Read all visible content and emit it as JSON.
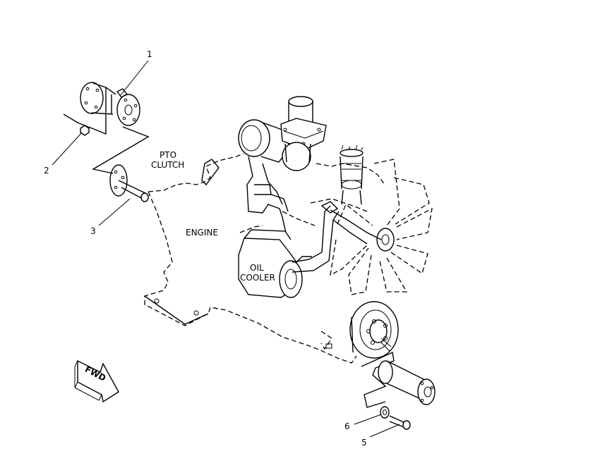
{
  "labels": {
    "pto_clutch_line1": "PTO",
    "pto_clutch_line2": "CLUTCH",
    "engine": "ENGINE",
    "oil_cooler_line1": "OIL",
    "oil_cooler_line2": "COOLER",
    "fwd": "FWD"
  },
  "callouts": [
    "1",
    "2",
    "3",
    "5",
    "6"
  ]
}
